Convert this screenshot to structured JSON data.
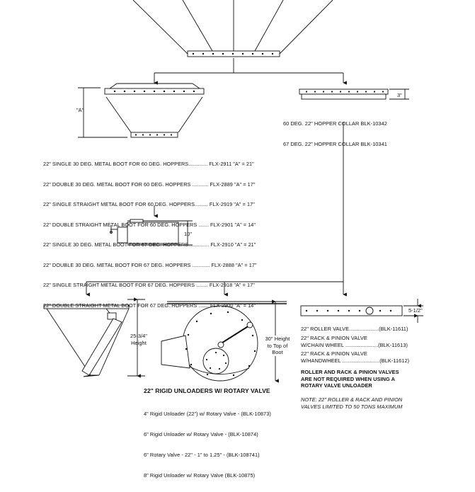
{
  "boot": {
    "dim_label": "\"A\"",
    "list": [
      "22\" SINGLE 30 DEG. METAL BOOT FOR 60 DEG. HOPPERS............. FLX-2911 \"A\" = 21\"",
      "22\" DOUBLE 30 DEG. METAL BOOT FOR 60 DEG. HOPPERS ........... FLX-2889 \"A\" = 17\"",
      "22\" SINGLE STRAIGHT METAL BOOT FOR 60 DEG. HOPPERS......... FLX-2919 \"A\" = 17\"",
      "22\" DOUBLE STRAIGHT METAL BOOT FOR 60 DEG. HOPPERS ....... FLX-2901 \"A\" = 14\"",
      "22\" SINGLE 30 DEG. METAL BOOT FOR 67 DEG. HOPPERS.............. FLX-2910 \"A\" = 21\"",
      "22\" DOUBLE 30 DEG. METAL BOOT FOR 67 DEG. HOPPERS ............ FLX-2888 \"A\" = 17\"",
      "22\" SINGLE STRAIGHT METAL BOOT FOR 67 DEG. HOPPERS ........ FLX-2918 \"A\" = 17\"",
      "22\" DOUBLE STRAIGHT METAL BOOT FOR 67 DEG. HOPPERS ....... FLX-2900 \"A\" = 14\""
    ]
  },
  "collar": {
    "dim_label": "3\"",
    "lines": [
      "60 DEG. 22\" HOPPER COLLAR BLK-10342",
      "67 DEG. 22\" HOPPER COLLAR BLK-10341"
    ]
  },
  "small_part": {
    "dim_label": "10\""
  },
  "unloader": {
    "height_label": "25-3/4\"\nHeight",
    "height_to_boot_label": "30\" Height\nto Top of\nBoot",
    "title": "22\" RIGID UNLOADERS W/ ROTARY VALVE",
    "items": [
      "4\" Rigid Unloader (22\") w/ Rotary Valve - (BLK-10873)",
      "6\" Rigid Unloader w/ Rotary Valve - (BLK-10874)",
      "6\" Rotary Valve - 22\" - 1\" to 1.25\" - (BLK-108741)",
      "8\" Rigid Unloader w/ Rotary Valve (BLK-10875)"
    ]
  },
  "valves": {
    "dim_label": "5-1/2\"",
    "items": [
      "22\" ROLLER VALVE....................(BLK-11611)",
      "22\" RACK & PINION VALVE\nW/CHAIN WHEEL ......................(BLK-11613)",
      "22\" RACK & PINION VALVE\nW/HANDWHEEL .........................(BLK-11612)"
    ],
    "warning": "ROLLER AND RACK & PINION VALVES\nARE NOT REQUIRED WHEN USING A\nROTARY VALVE UNLOADER",
    "note": "NOTE: 22\" ROLLER & RACK AND PINION\nVALVES LIMITED TO 50 TONS MAXIMUM"
  }
}
